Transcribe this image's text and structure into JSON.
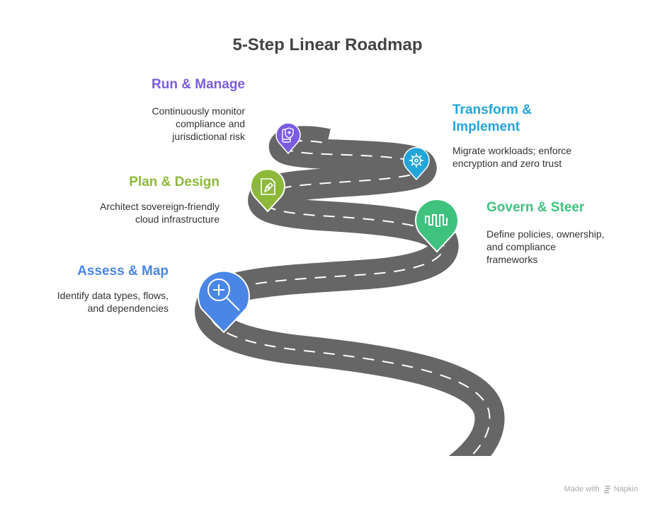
{
  "title": "5-Step Linear Roadmap",
  "steps": [
    {
      "id": "assess",
      "heading": "Assess & Map",
      "description_lines": [
        "Identify data types, flows,",
        "and dependencies"
      ],
      "color": "#4A86E5",
      "icon": "zoom-in-icon"
    },
    {
      "id": "govern",
      "heading": "Govern & Steer",
      "description_lines": [
        "Define policies, ownership,",
        "and compliance",
        "frameworks"
      ],
      "color": "#3FC27E",
      "icon": "waveform-icon"
    },
    {
      "id": "plan",
      "heading": "Plan & Design",
      "description_lines": [
        "Architect sovereign-friendly",
        "cloud infrastructure"
      ],
      "color": "#8DB83A",
      "icon": "design-document-icon"
    },
    {
      "id": "transform",
      "heading_lines": [
        "Transform &",
        "Implement"
      ],
      "description_lines": [
        "Migrate workloads; enforce",
        "encryption and zero trust"
      ],
      "color": "#22A5D9",
      "icon": "gear-icon"
    },
    {
      "id": "run",
      "heading": "Run & Manage",
      "description_lines": [
        "Continuously monitor",
        "compliance and",
        "jurisdictional risk"
      ],
      "color": "#7B5CE0",
      "icon": "mobile-shield-icon"
    }
  ],
  "road_color": "#666666",
  "footer": {
    "made_with": "Made with",
    "brand": "Napkin"
  }
}
